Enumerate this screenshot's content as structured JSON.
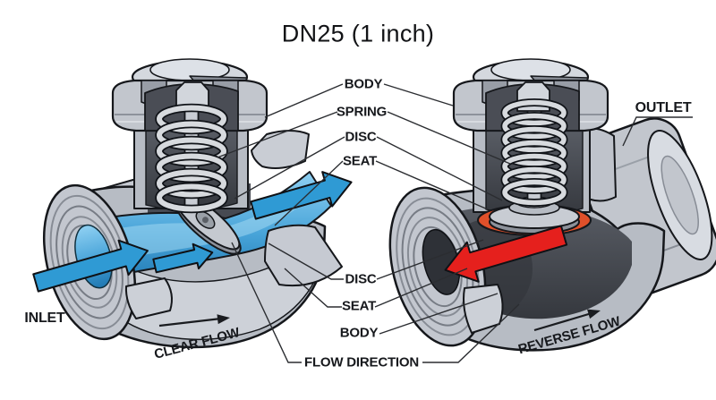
{
  "title": "DN25 (1 inch)",
  "callouts": {
    "top": {
      "body": "BODY",
      "spring": "SPRING",
      "disc": "DISC",
      "seat": "SEAT"
    },
    "bottom": {
      "disc": "DISC",
      "seat": "SEAT",
      "body": "BODY",
      "flow_direction": "FLOW DIRECTION"
    },
    "left_valve": {
      "port": "INLET",
      "flow": "CLEAR FLOW"
    },
    "right_valve": {
      "port": "OUTLET",
      "flow": "REVERSE FLOW"
    }
  },
  "colors": {
    "forward_flow": "#2f9ad4",
    "reverse_flow": "#e5201d",
    "seat": "#e0502a",
    "metal": "#c2c6cd",
    "interior": "#45484f",
    "outline": "#15171b",
    "background": "#ffffff"
  }
}
